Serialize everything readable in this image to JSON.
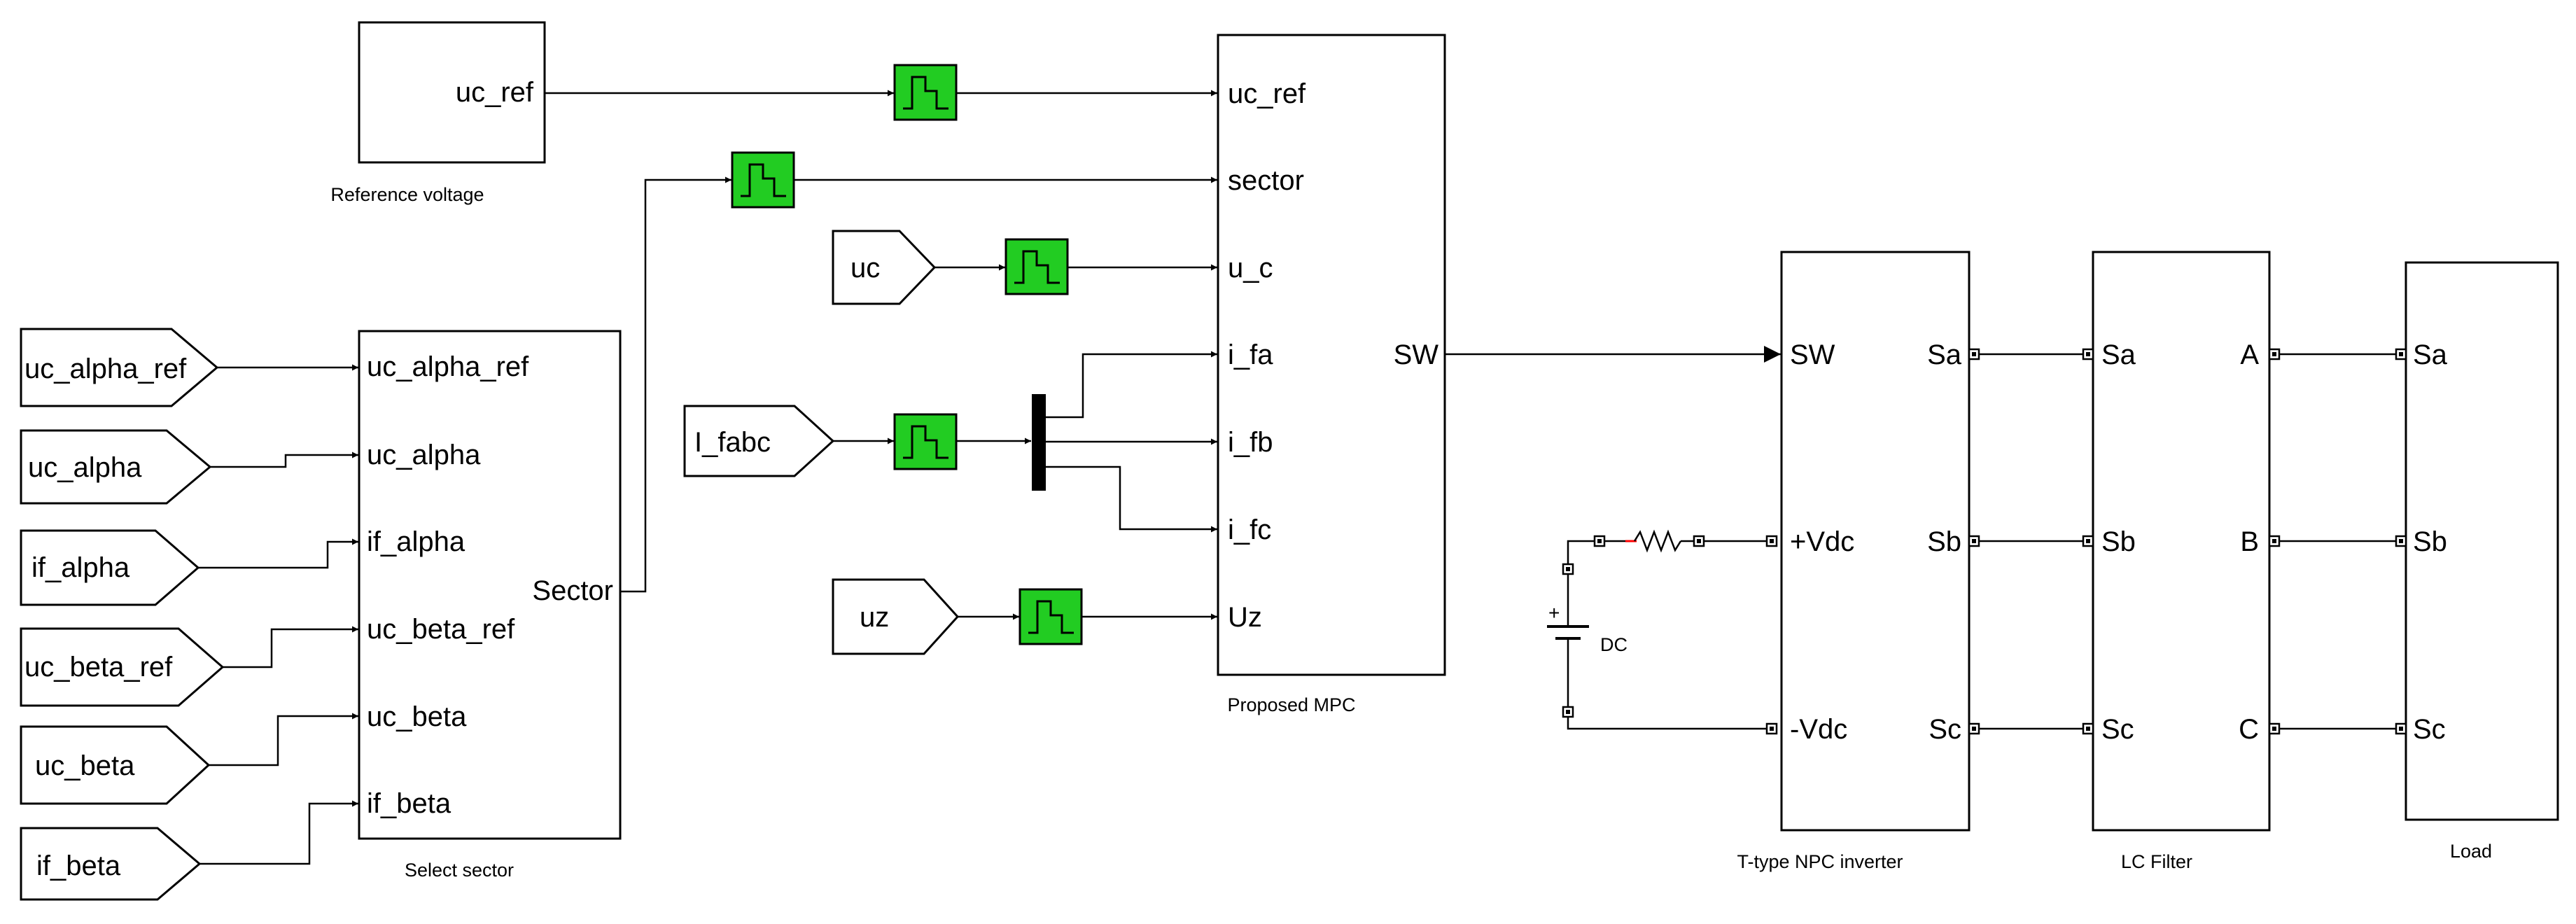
{
  "blocks": {
    "reference_voltage": {
      "caption": "Reference voltage",
      "ports": [
        "uc_ref"
      ]
    },
    "select_sector": {
      "caption": "Select sector",
      "inputs": [
        "uc_alpha_ref",
        "uc_alpha",
        "if_alpha",
        "uc_beta_ref",
        "uc_beta",
        "if_beta"
      ],
      "output": "Sector"
    },
    "proposed_mpc": {
      "caption": "Proposed MPC",
      "inputs": [
        "uc_ref",
        "sector",
        "u_c",
        "i_fa",
        "i_fb",
        "i_fc",
        "Uz"
      ],
      "output": "SW"
    },
    "inverter": {
      "caption": "T-type NPC inverter",
      "inputs": [
        "SW",
        "+Vdc",
        "-Vdc"
      ],
      "outputs": [
        "Sa",
        "Sb",
        "Sc"
      ]
    },
    "lc_filter": {
      "caption": "LC Filter",
      "inputs": [
        "Sa",
        "Sb",
        "Sc"
      ],
      "outputs": [
        "A",
        "B",
        "C"
      ]
    },
    "load": {
      "caption": "Load",
      "inputs": [
        "Sa",
        "Sb",
        "Sc"
      ]
    },
    "dc_source": {
      "caption": "DC"
    }
  },
  "from_tags": {
    "select": [
      "uc_alpha_ref",
      "uc_alpha",
      "if_alpha",
      "uc_beta_ref",
      "uc_beta",
      "if_beta"
    ],
    "uc": "uc",
    "i_fabc": "I_fabc",
    "uz": "uz"
  },
  "colors": {
    "zoh_fill": "#22cc22",
    "resistor": "#ff0000"
  }
}
